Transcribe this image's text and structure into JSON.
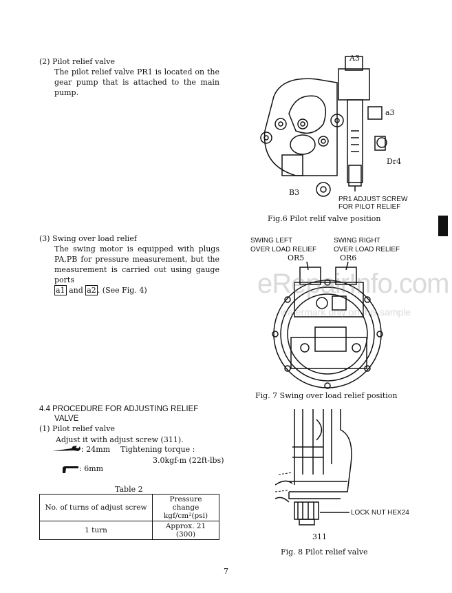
{
  "sections": {
    "pilot_relief": {
      "heading": "(2)  Pilot relief valve",
      "body": [
        "The pilot relief valve PR1 is located on the",
        "gear pump that is attached to the main pump."
      ]
    },
    "swing_over_load": {
      "heading": "(3)  Swing over load relief",
      "body": [
        "The swing motor is equipped with plugs",
        "PA,PB for pressure measurement, but the",
        "measurement is carried out using gauge ports"
      ],
      "port_a1": "a1",
      "and_text": "and",
      "port_a2": "a2",
      "ref": ". (See Fig. 4)"
    },
    "procedure": {
      "heading_1": "4.4 PROCEDURE   FOR   ADJUSTING   RELIEF",
      "heading_2": "VALVE",
      "sub": "(1)  Pilot relief valve",
      "adjust_text": "Adjust it with adjust screw (311).",
      "wrench_size": ": 24mm",
      "torque_label": "Tightening torque :",
      "torque_value": "3.0kgf-m (22ft-lbs)",
      "hex_size": ": 6mm"
    }
  },
  "table2": {
    "title": "Table 2",
    "headers": [
      "No. of turns of adjust screw",
      "Pressure change",
      "kgf/cm²(psi)"
    ],
    "row": [
      "1 turn",
      "Approx. 21 (300)"
    ]
  },
  "fig6": {
    "caption": "Fig.6   Pilot relif valve position",
    "labels": {
      "a3_top": "A3",
      "a3_side": "a3",
      "dr4": "Dr4",
      "b3": "B3",
      "pr1_1": "PR1 ADJUST SCREW",
      "pr1_2": "FOR PILOT RELIEF"
    }
  },
  "fig7": {
    "caption": "Fig. 7   Swing over load relief position",
    "labels": {
      "left_1": "SWING LEFT",
      "left_2": "OVER LOAD RELIEF",
      "or5": "OR5",
      "right_1": "SWING RIGHT",
      "right_2": "OVER LOAD RELIEF",
      "or6": "OR6"
    }
  },
  "fig8": {
    "caption": "Fig. 8   Pilot relief valve",
    "labels": {
      "lock_nut": "LOCK NUT HEX24",
      "part": "311"
    }
  },
  "page_number": "7",
  "watermark": {
    "main": "eRepairInfo.com",
    "sub": "watermark only on this sample"
  }
}
